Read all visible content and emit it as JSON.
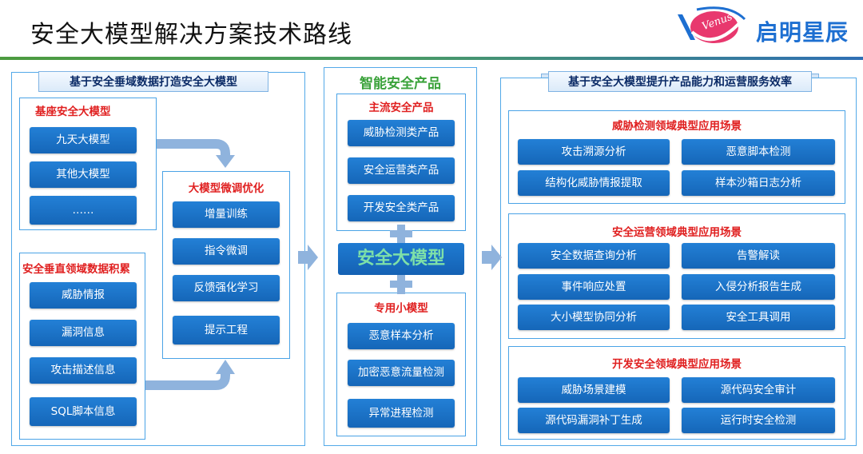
{
  "title": "安全大模型解决方案技术路线",
  "logo": {
    "brand": "启明星辰",
    "badge": "Venus"
  },
  "left": {
    "ribbon": "基于安全垂域数据打造安全大模型",
    "base_title": "基座安全大模型",
    "base_items": [
      "九天大模型",
      "其他大模型",
      "……"
    ],
    "data_title": "安全垂直领域数据积累",
    "data_items": [
      "威胁情报",
      "漏洞信息",
      "攻击描述信息",
      "SQL脚本信息"
    ],
    "tune_title": "大模型微调优化",
    "tune_items": [
      "增量训练",
      "指令微调",
      "反馈强化学习",
      "提示工程"
    ]
  },
  "middle": {
    "title": "智能安全产品",
    "main_title": "主流安全产品",
    "main_items": [
      "威胁检测类产品",
      "安全运营类产品",
      "开发安全类产品"
    ],
    "core": "安全大模型",
    "small_title": "专用小模型",
    "small_items": [
      "恶意样本分析",
      "加密恶意流量检测",
      "异常进程检测"
    ]
  },
  "right": {
    "ribbon": "基于安全大模型提升产品能力和运营服务效率",
    "groups": [
      {
        "title": "威胁检测领域典型应用场景",
        "items": [
          "攻击溯源分析",
          "恶意脚本检测",
          "结构化威胁情报提取",
          "样本沙箱日志分析"
        ]
      },
      {
        "title": "安全运营领域典型应用场景",
        "items": [
          "安全数据查询分析",
          "告警解读",
          "事件响应处置",
          "入侵分析报告生成",
          "大小模型协同分析",
          "安全工具调用"
        ]
      },
      {
        "title": "开发安全领域典型应用场景",
        "items": [
          "威胁场景建模",
          "源代码安全审计",
          "源代码漏洞补丁生成",
          "运行时安全检测"
        ]
      }
    ]
  },
  "colors": {
    "button": "#1a72c8",
    "section_title": "#e02020",
    "middle_title": "#3aa23a",
    "core_text": "#7ee0a8"
  }
}
